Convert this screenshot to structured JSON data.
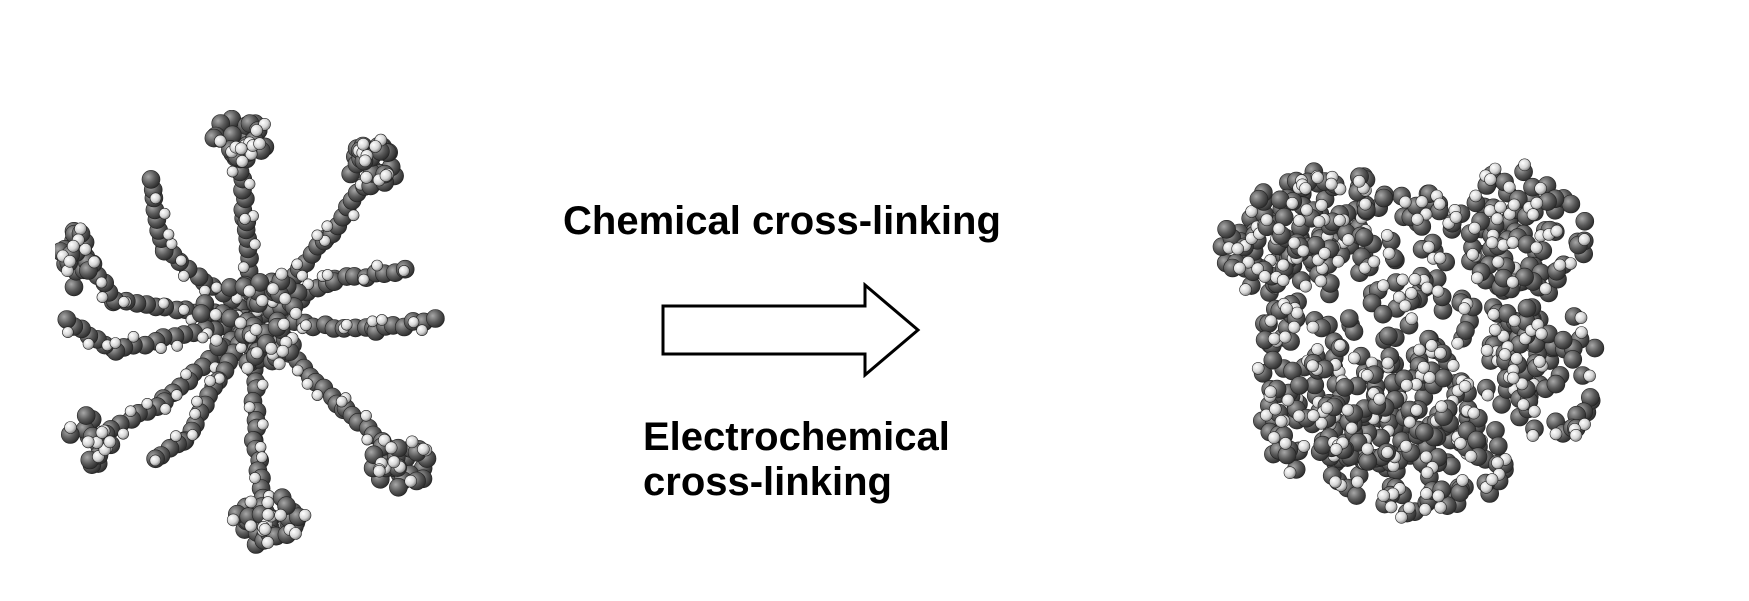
{
  "labels": {
    "top": "Chemical cross-linking",
    "bottom_line1": "Electrochemical",
    "bottom_line2": "cross-linking"
  },
  "icons": {
    "arrow": "right-arrow-icon",
    "left_structure": "branched-molecule-icon",
    "right_structure": "cross-linked-molecule-icon"
  },
  "colors": {
    "background": "#ffffff",
    "atom_carbon": "#5f5f5f",
    "atom_hydrogen": "#e6e6e6",
    "text": "#000000",
    "arrow_stroke": "#000000"
  }
}
